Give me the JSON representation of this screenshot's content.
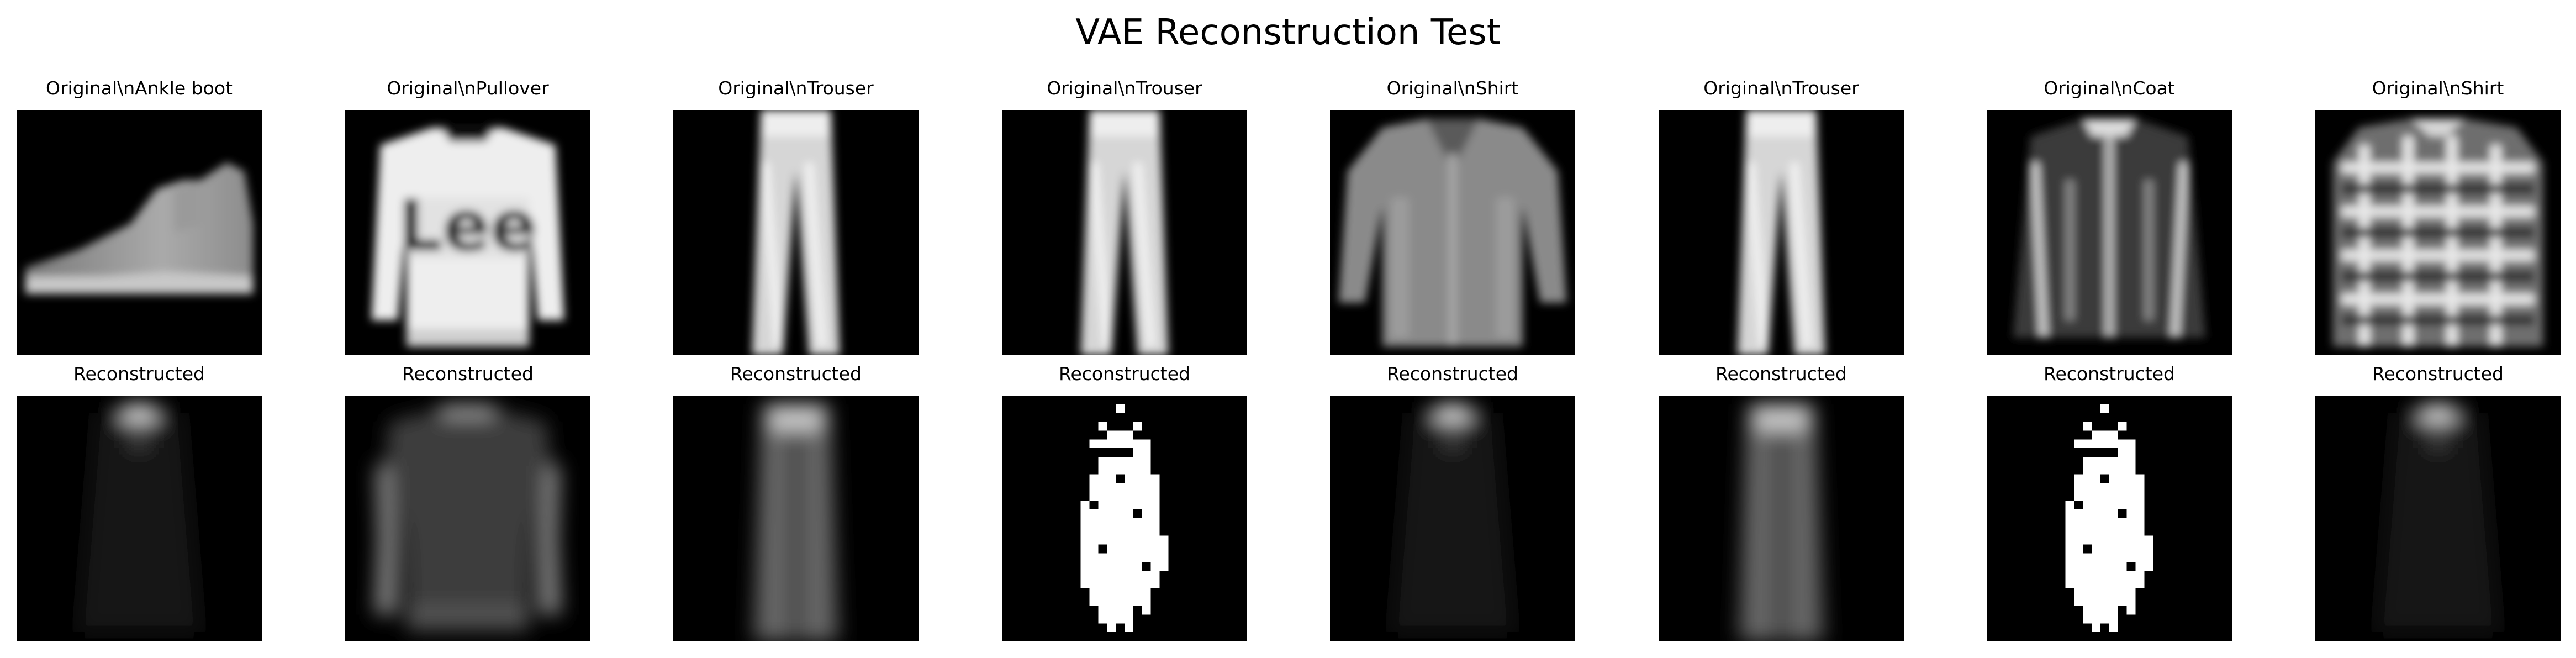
{
  "title": "VAE Reconstruction Test",
  "colors": {
    "background": "#ffffff",
    "image_background": "#000000"
  },
  "rows": [
    {
      "row": "original",
      "panels": [
        {
          "caption": "Original\\nAnkle boot",
          "shape": "ankle-boot"
        },
        {
          "caption": "Original\\nPullover",
          "shape": "pullover"
        },
        {
          "caption": "Original\\nTrouser",
          "shape": "trouser"
        },
        {
          "caption": "Original\\nTrouser",
          "shape": "trouser"
        },
        {
          "caption": "Original\\nShirt",
          "shape": "shirt"
        },
        {
          "caption": "Original\\nTrouser",
          "shape": "trouser"
        },
        {
          "caption": "Original\\nCoat",
          "shape": "coat"
        },
        {
          "caption": "Original\\nShirt",
          "shape": "plaid-shirt"
        }
      ]
    },
    {
      "row": "reconstructed",
      "panels": [
        {
          "caption": "Reconstructed",
          "shape": "faint-blur"
        },
        {
          "caption": "Reconstructed",
          "shape": "pullover-blur"
        },
        {
          "caption": "Reconstructed",
          "shape": "trouser-blur"
        },
        {
          "caption": "Reconstructed",
          "shape": "white-blob"
        },
        {
          "caption": "Reconstructed",
          "shape": "faint-blur"
        },
        {
          "caption": "Reconstructed",
          "shape": "trouser-blur"
        },
        {
          "caption": "Reconstructed",
          "shape": "white-blob"
        },
        {
          "caption": "Reconstructed",
          "shape": "faint-blur"
        }
      ]
    }
  ]
}
